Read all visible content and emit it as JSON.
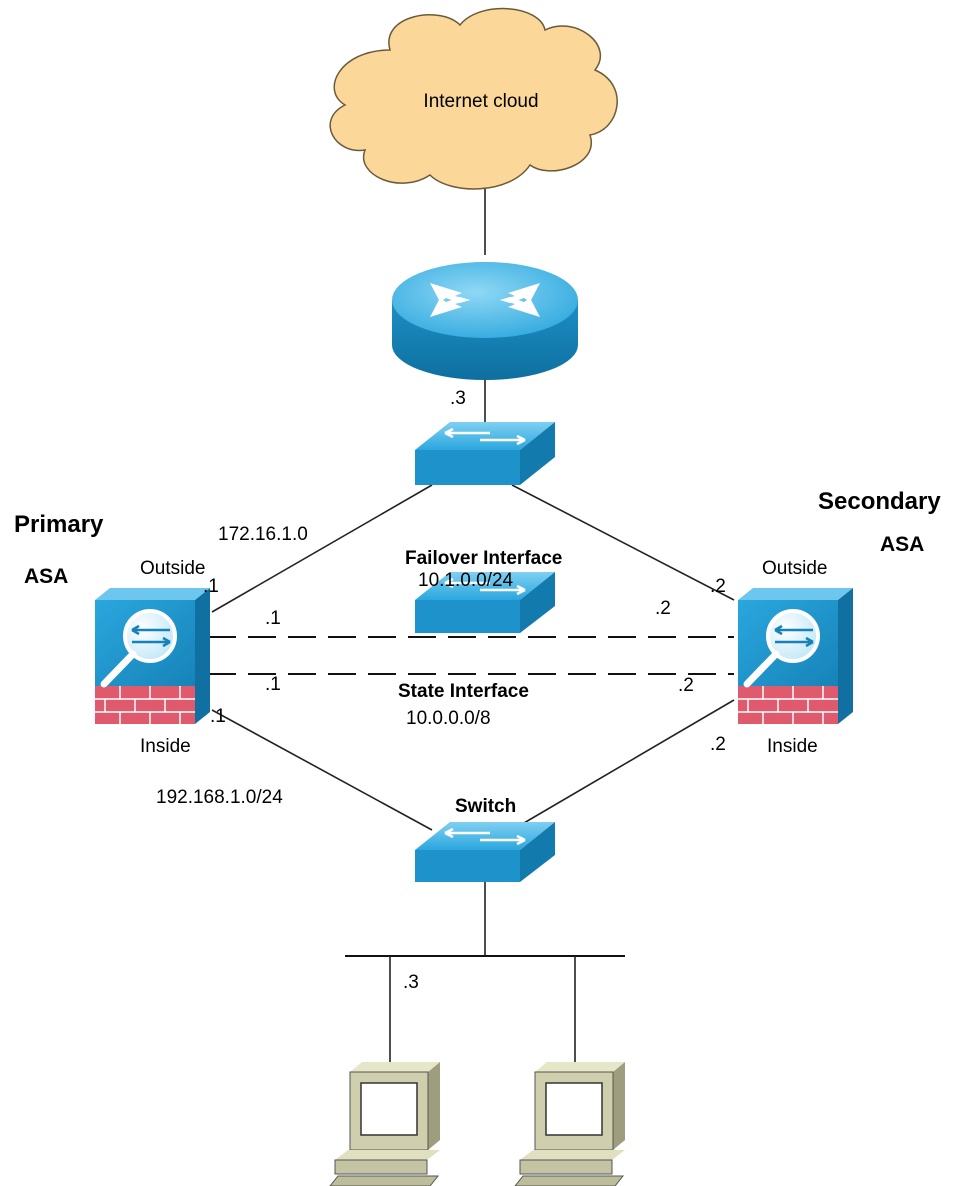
{
  "cloud": {
    "label": "Internet cloud"
  },
  "router": {
    "ip_suffix": ".3"
  },
  "outside_network": {
    "subnet": "172.16.1.0"
  },
  "primary": {
    "title": "Primary",
    "device": "ASA",
    "outside_label": "Outside",
    "outside_ip": ".1",
    "failover_ip": ".1",
    "state_ip": ".1",
    "inside_ip": ".1",
    "inside_label": "Inside"
  },
  "secondary": {
    "title": "Secondary",
    "device": "ASA",
    "outside_label": "Outside",
    "outside_ip": ".2",
    "failover_ip": ".2",
    "state_ip": ".2",
    "inside_ip": ".2",
    "inside_label": "Inside"
  },
  "failover": {
    "title": "Failover Interface",
    "subnet": "10.1.0.0/24"
  },
  "state": {
    "title": "State Interface",
    "subnet": "10.0.0.0/8"
  },
  "inside_network": {
    "subnet": "192.168.1.0/24"
  },
  "switch": {
    "label": "Switch"
  },
  "hosts": {
    "ip_suffix": ".3"
  },
  "colors": {
    "cloud_fill": "#fbd89a",
    "device_blue": "#1f9bd4",
    "firewall_red": "#e05a6e",
    "pc_beige": "#cfcfae"
  }
}
